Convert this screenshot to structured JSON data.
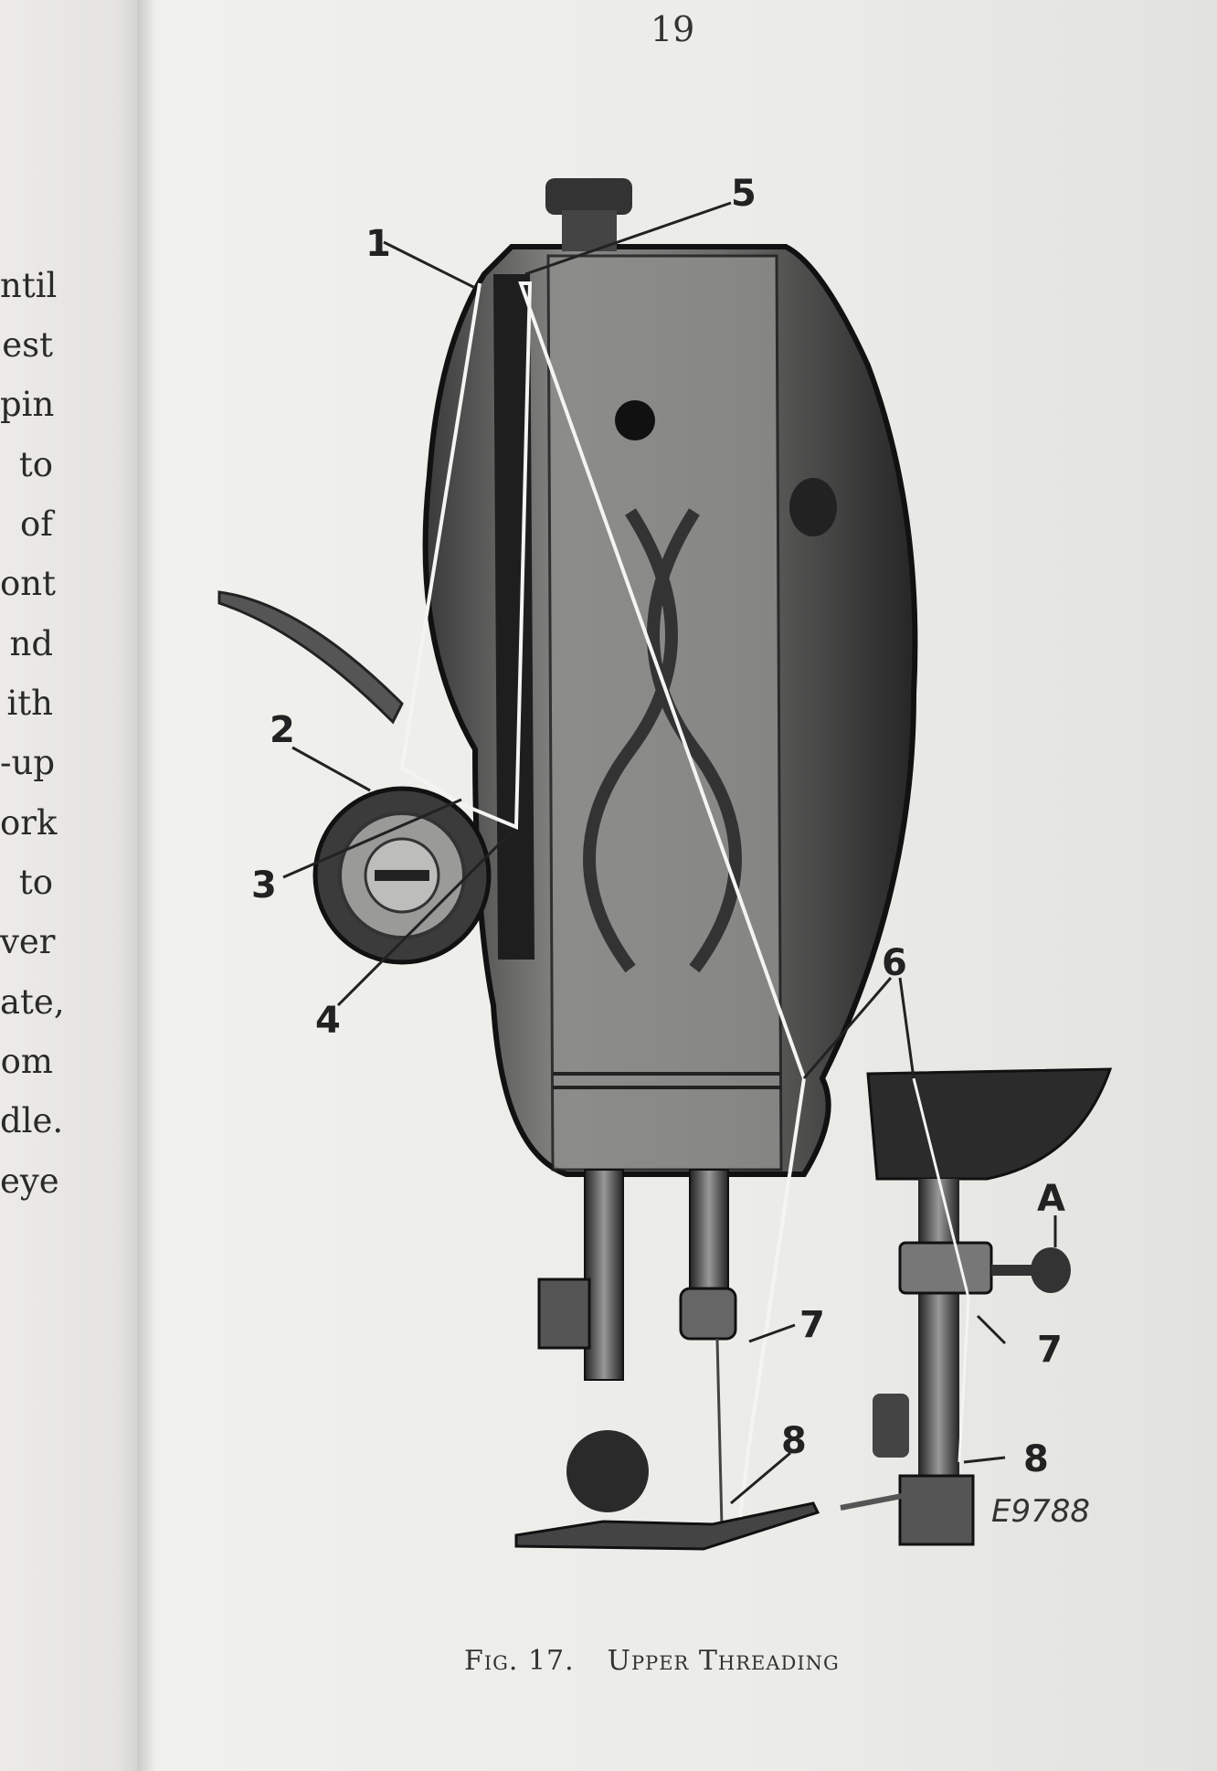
{
  "left_page": {
    "line_fragments": [
      "ntil",
      "est",
      "pin",
      "to",
      "of",
      "ont",
      "nd",
      "ith",
      "-up",
      "ork",
      "to",
      "ver",
      "ate,",
      "om",
      "dle.",
      "eye"
    ]
  },
  "right_page": {
    "page_number": "19",
    "figure": {
      "callouts": [
        "1",
        "2",
        "3",
        "4",
        "5",
        "6",
        "7",
        "8",
        "A",
        "7",
        "8"
      ],
      "drawing_number": "E9788",
      "caption_number": "Fig. 17.",
      "caption_title": "Upper Threading"
    }
  }
}
